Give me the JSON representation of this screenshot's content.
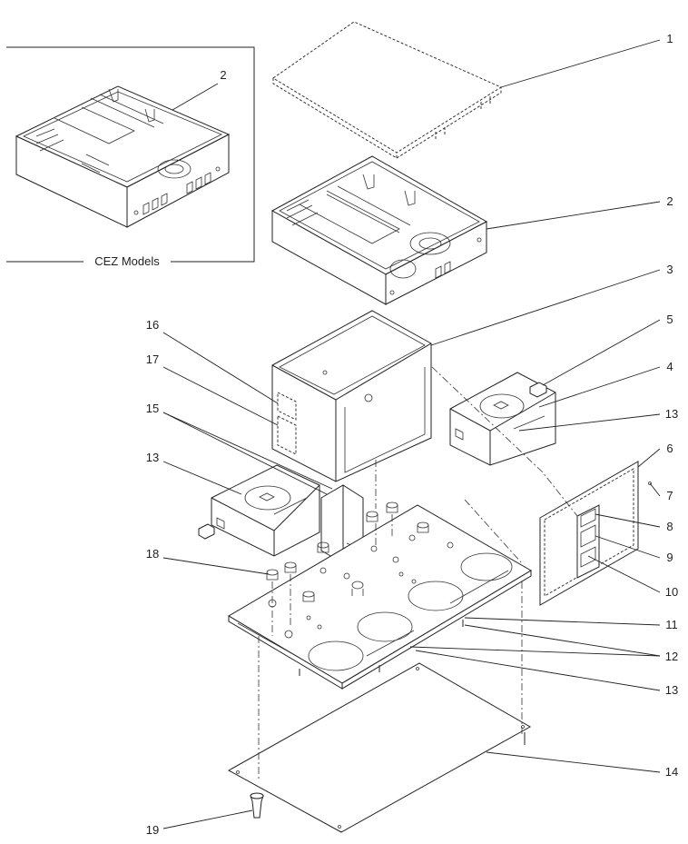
{
  "inset": {
    "caption": "CEZ Models",
    "callout": "2"
  },
  "callouts": [
    {
      "id": "c1",
      "text": "1"
    },
    {
      "id": "c2",
      "text": "2"
    },
    {
      "id": "c3",
      "text": "3"
    },
    {
      "id": "c5",
      "text": "5"
    },
    {
      "id": "c4",
      "text": "4"
    },
    {
      "id": "c13a",
      "text": "13"
    },
    {
      "id": "c6",
      "text": "6"
    },
    {
      "id": "c7",
      "text": "7"
    },
    {
      "id": "c8",
      "text": "8"
    },
    {
      "id": "c9",
      "text": "9"
    },
    {
      "id": "c10",
      "text": "10"
    },
    {
      "id": "c11",
      "text": "11"
    },
    {
      "id": "c12",
      "text": "12"
    },
    {
      "id": "c13b",
      "text": "13"
    },
    {
      "id": "c14",
      "text": "14"
    },
    {
      "id": "c16",
      "text": "16"
    },
    {
      "id": "c17",
      "text": "17"
    },
    {
      "id": "c15",
      "text": "15"
    },
    {
      "id": "c13c",
      "text": "13"
    },
    {
      "id": "c18",
      "text": "18"
    },
    {
      "id": "c19",
      "text": "19"
    }
  ]
}
